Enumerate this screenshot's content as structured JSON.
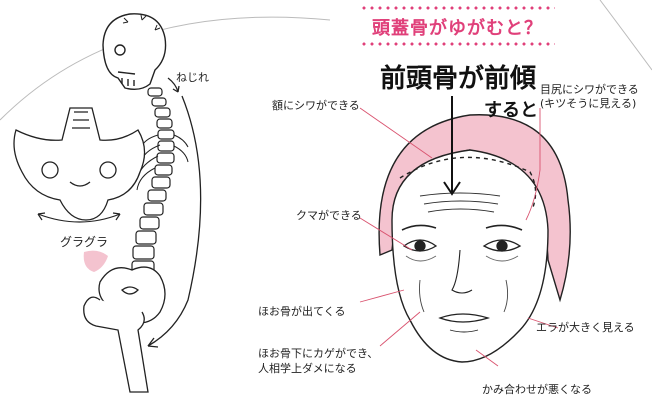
{
  "title": "頭蓋骨がゆがむと？",
  "handwritten": {
    "line1": "前頭骨が前傾",
    "line2": "すると"
  },
  "spine_labels": {
    "twist": "ねじれ",
    "wobble": "グラグラ"
  },
  "face_labels": {
    "forehead_wrinkles": "額にシワができる",
    "eye_corner_wrinkles": "目尻にシワができる",
    "eye_corner_note": "(キツそうに見える)",
    "dark_circles": "クマができる",
    "cheekbone": "ほお骨が出てくる",
    "shadow_line1": "ほお骨下にカゲができ、",
    "shadow_line2": "人相学上ダメになる",
    "jaw_large": "エラが大きく見える",
    "bite": "かみ合わせが悪くなる"
  },
  "colors": {
    "accent": "#e0407a",
    "face_pink": "#f4c3cf",
    "line": "#222222"
  }
}
